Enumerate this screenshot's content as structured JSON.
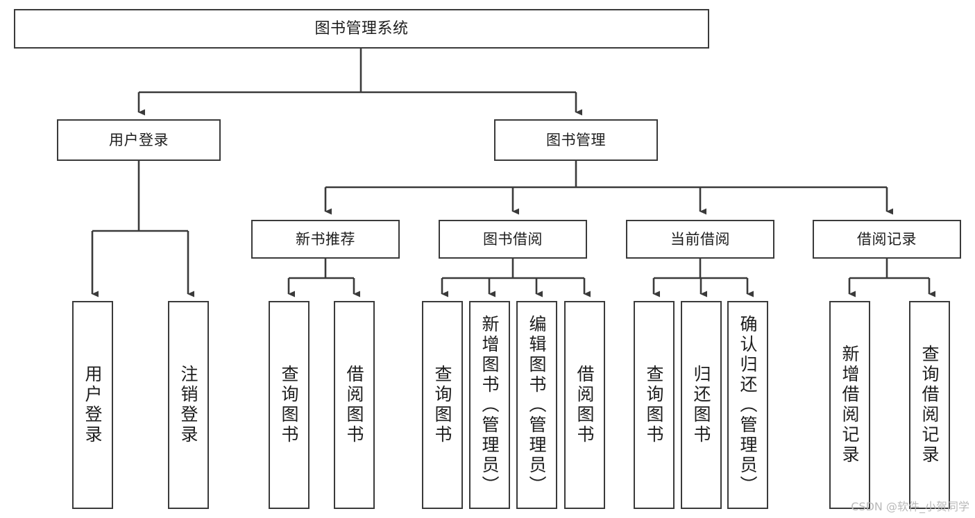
{
  "diagram": {
    "title": "图书管理系统",
    "type": "tree",
    "theme": {
      "stroke": "#3a3a3a",
      "fill": "#ffffff",
      "text": "#1d1d1d",
      "watermark_color": "#b9b9b9"
    },
    "nodes": {
      "root": {
        "label": "图书管理系统"
      },
      "level1": [
        {
          "label": "用户登录"
        },
        {
          "label": "图书管理"
        }
      ],
      "level2": [
        {
          "label": "新书推荐"
        },
        {
          "label": "图书借阅"
        },
        {
          "label": "当前借阅"
        },
        {
          "label": "借阅记录"
        }
      ],
      "leaves": {
        "user_login": [
          {
            "label": "用户登录"
          },
          {
            "label": "注销登录"
          }
        ],
        "new_book": [
          {
            "label": "查询图书"
          },
          {
            "label": "借阅图书"
          }
        ],
        "book_borrow": [
          {
            "label": "查询图书"
          },
          {
            "label": "新增图书（管理员）"
          },
          {
            "label": "编辑图书（管理员）"
          },
          {
            "label": "借阅图书"
          }
        ],
        "current_borrow": [
          {
            "label": "查询图书"
          },
          {
            "label": "归还图书"
          },
          {
            "label": "确认归还（管理员）"
          }
        ],
        "borrow_record": [
          {
            "label": "新增借阅记录"
          },
          {
            "label": "查询借阅记录"
          }
        ]
      }
    }
  },
  "watermark": {
    "text": "CSDN @软件_小贺同学"
  }
}
